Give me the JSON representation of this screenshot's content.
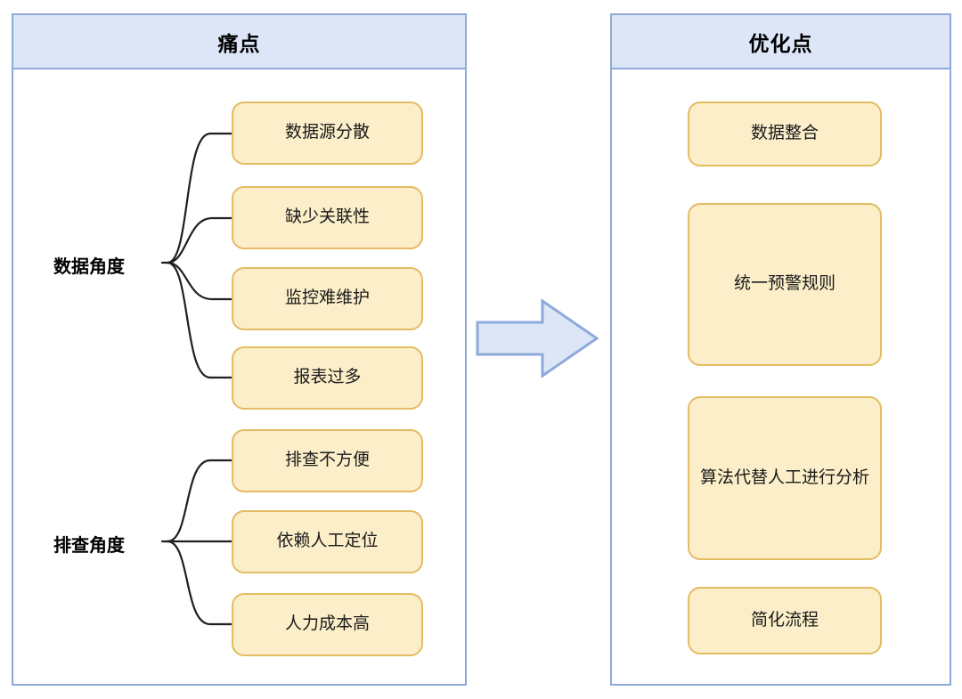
{
  "diagram": {
    "title_left": "痛点",
    "title_right": "优化点",
    "arrow_icon": "right-arrow-icon",
    "colors": {
      "panel_border": "#8eaadb",
      "panel_header_bg": "#dce6f6",
      "box_fill": "#fceec9",
      "box_border": "#e3bc64",
      "arrow_fill": "#dce6f6",
      "arrow_border": "#8eaadb",
      "connector": "#1f1f1f",
      "text": "#000000"
    }
  },
  "pain_points": {
    "header": "痛点",
    "groups": [
      {
        "label": "数据角度",
        "items": [
          {
            "label": "数据源分散"
          },
          {
            "label": "缺少关联性"
          },
          {
            "label": "监控难维护"
          },
          {
            "label": "报表过多"
          }
        ]
      },
      {
        "label": "排查角度",
        "items": [
          {
            "label": "排查不方便"
          },
          {
            "label": "依赖人工定位"
          },
          {
            "label": "人力成本高"
          }
        ]
      }
    ]
  },
  "optimizations": {
    "header": "优化点",
    "items": [
      {
        "label": "数据整合"
      },
      {
        "label": "统一预警规则"
      },
      {
        "label": "算法代替人工进行分析"
      },
      {
        "label": "简化流程"
      }
    ]
  }
}
